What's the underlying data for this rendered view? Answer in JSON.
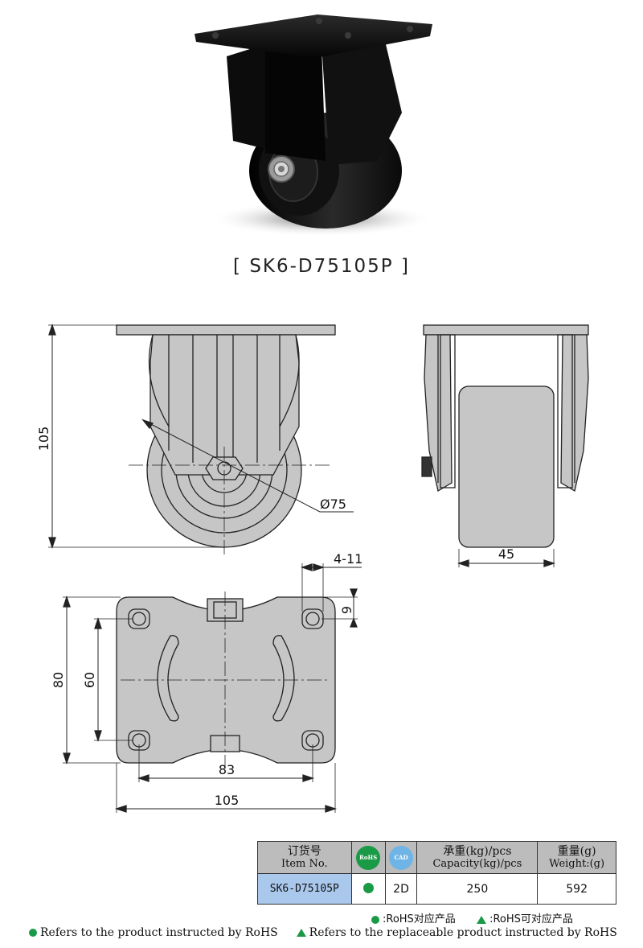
{
  "title": {
    "model_label": "[ SK6-D75105P ]"
  },
  "dimensions": {
    "height": "105",
    "wheel_diameter": "Ø75",
    "wheel_width": "45",
    "hole_size": "4-11",
    "hole_edge_offset": "9",
    "plate_length": "80",
    "hole_spacing_length": "60",
    "hole_spacing_width": "83",
    "plate_width": "105"
  },
  "table": {
    "header_item_cn": "订货号",
    "header_item_en": "Item No.",
    "rohs_badge": "RoHS",
    "cad_badge": "CAD",
    "header_capacity_cn": "承重(kg)/pcs",
    "header_capacity_en": "Capacity(kg)/pcs",
    "header_weight_cn": "重量(g)",
    "header_weight_en": "Weight:(g)",
    "row": {
      "item_no": "SK6-D75105P",
      "cad": "2D",
      "capacity": "250",
      "weight": "592"
    }
  },
  "legend": {
    "cn_rohs": ":RoHS对应产品",
    "cn_replaceable": ":RoHS可对应产品",
    "en_rohs": "Refers to the product instructed by RoHS",
    "en_replaceable": "Refers to the replaceable product instructed by RoHS"
  },
  "colors": {
    "rohs_green": "#1a9a46",
    "cad_blue": "#6fb4e6",
    "item_blue": "#a9c8ec",
    "header_gray": "#bcbcbc",
    "drawing_fill": "#c6c6c6"
  }
}
